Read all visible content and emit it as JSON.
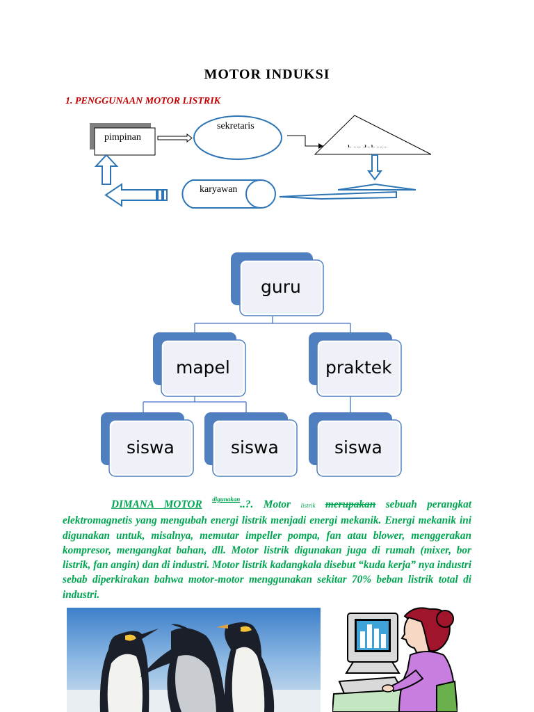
{
  "document": {
    "title": "MOTOR  INDUKSI",
    "section_heading": "1.   PENGGUNAAN MOTOR LISTRIK"
  },
  "flow_diagram": {
    "pimpinan": "pimpinan",
    "sekretaris": "sekretaris",
    "bendahara": "bendahara",
    "karyawan": "karyawan"
  },
  "org_chart": {
    "root": "guru",
    "level2": [
      "mapel",
      "praktek"
    ],
    "level3": [
      "siswa",
      "siswa",
      "siswa"
    ]
  },
  "paragraph": {
    "lead": "DIMANA MOTOR",
    "sup_digunakan": "digunakan",
    "punct": "..?. Motor",
    "small_listrik": "listrik",
    "struck": "merupakan",
    "body": " sebuah perangkat elektromagnetis yang mengubah energi listrik menjadi energi mekanik. Energi mekanik ini digunakan untuk, misalnya, memutar impeller pompa, fan atau blower, menggerakan kompresor, mengangkat bahan, dll. Motor listrik digunakan juga di rumah (mixer, bor listrik, fan angin) dan  di industri. Motor listrik kadangkala disebut “kuda kerja” nya industri sebab diperkirakan bahwa motor-motor menggunakan sekitar 70% beban listrik total di industri."
  },
  "images": {
    "photo": "penguins-photo",
    "clipart": "woman-at-computer-clipart"
  }
}
